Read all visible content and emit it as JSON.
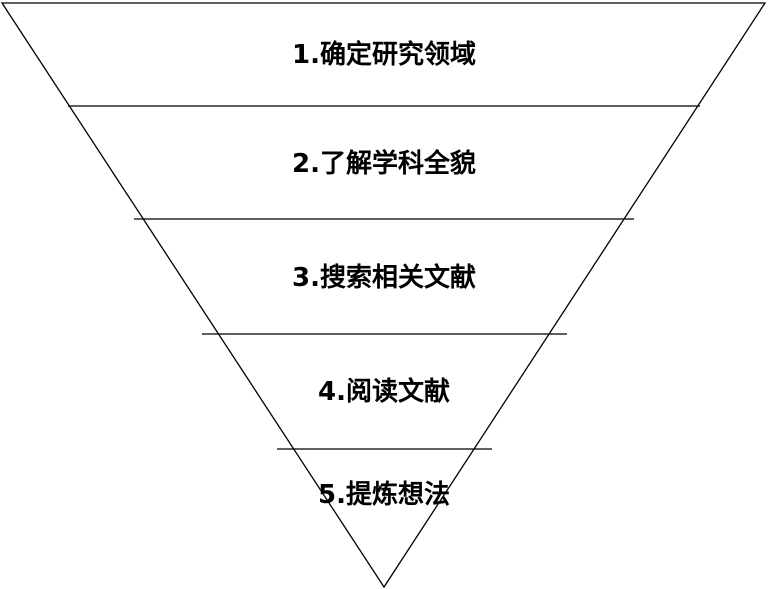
{
  "funnel": {
    "stages": [
      {
        "label": "1.确定研究领域"
      },
      {
        "label": "2.了解学科全貌"
      },
      {
        "label": "3.搜索相关文献"
      },
      {
        "label": "4.阅读文献"
      },
      {
        "label": "5.提炼想法"
      }
    ]
  }
}
